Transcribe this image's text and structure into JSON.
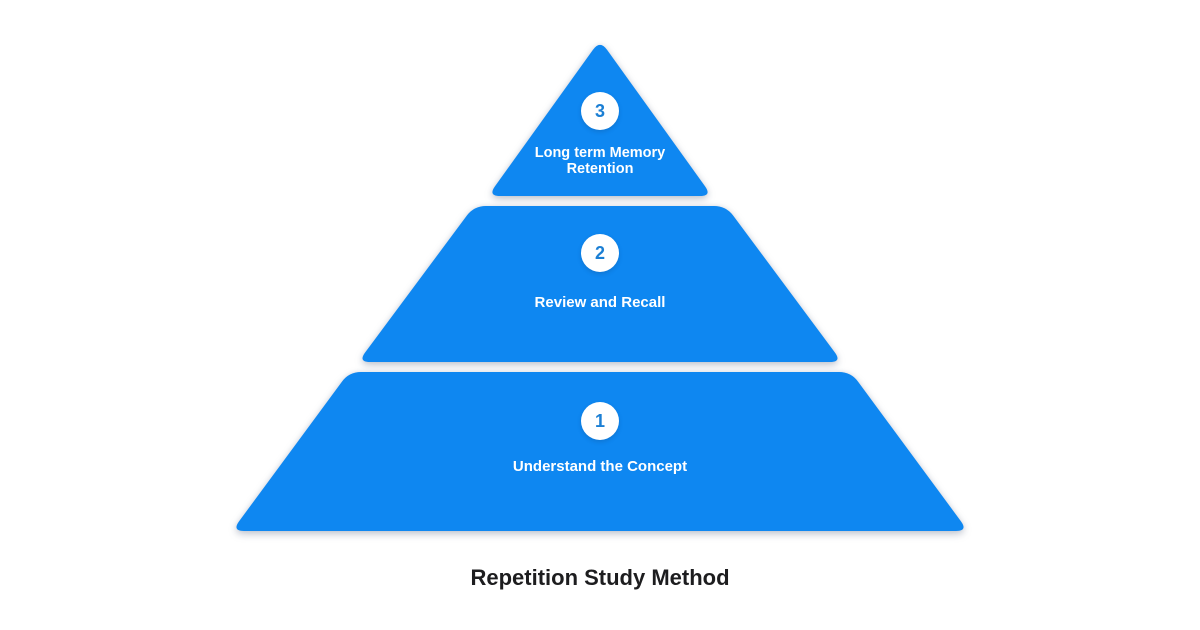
{
  "title": "Repetition Study Method",
  "levels": [
    {
      "number": "3",
      "label": "Long term Memory Retention"
    },
    {
      "number": "2",
      "label": "Review and Recall"
    },
    {
      "number": "1",
      "label": "Understand the Concept"
    }
  ],
  "colors": {
    "pyramid_fill": "#0e87f1",
    "badge_bg": "#ffffff",
    "badge_number": "#1b7fd4",
    "label_text": "#ffffff",
    "title_text": "#1d1d1f",
    "background": "#ffffff"
  }
}
